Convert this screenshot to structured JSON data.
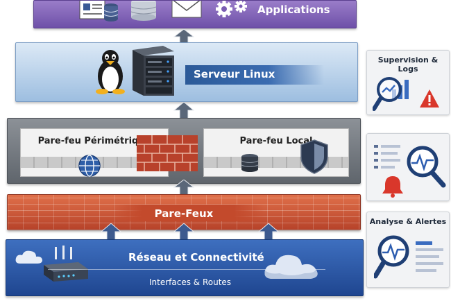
{
  "layers": {
    "applications": {
      "label": "Applications"
    },
    "server": {
      "label": "Serveur Linux"
    },
    "perimeter_firewall": {
      "label": "Pare-feu Périmétrique"
    },
    "local_firewall": {
      "label": "Pare-feu Local"
    },
    "firewalls": {
      "label": "Pare-Feux"
    },
    "network": {
      "label": "Réseau et Connectivité",
      "sublabel": "Interfaces & Routes"
    }
  },
  "side_panels": {
    "monitoring": {
      "title": "Supervision & Logs"
    },
    "analysis": {
      "title": "Analyse & Alertes"
    }
  },
  "icons": [
    "document-icon",
    "database-icon",
    "server-stack-icon",
    "envelope-icon",
    "gear-icon",
    "penguin-icon",
    "rack-server-icon",
    "globe-icon",
    "brick-wall-icon",
    "shield-icon",
    "router-icon",
    "cloud-icon",
    "magnifier-chart-icon",
    "warning-icon",
    "bell-icon",
    "magnifier-pulse-icon"
  ],
  "colors": {
    "applications": "#7b5cb3",
    "server": "#a9c7e6",
    "firewall_layer": "#6b7076",
    "pare_feux": "#c9553a",
    "network": "#2a559f",
    "alert": "#d9372b"
  }
}
